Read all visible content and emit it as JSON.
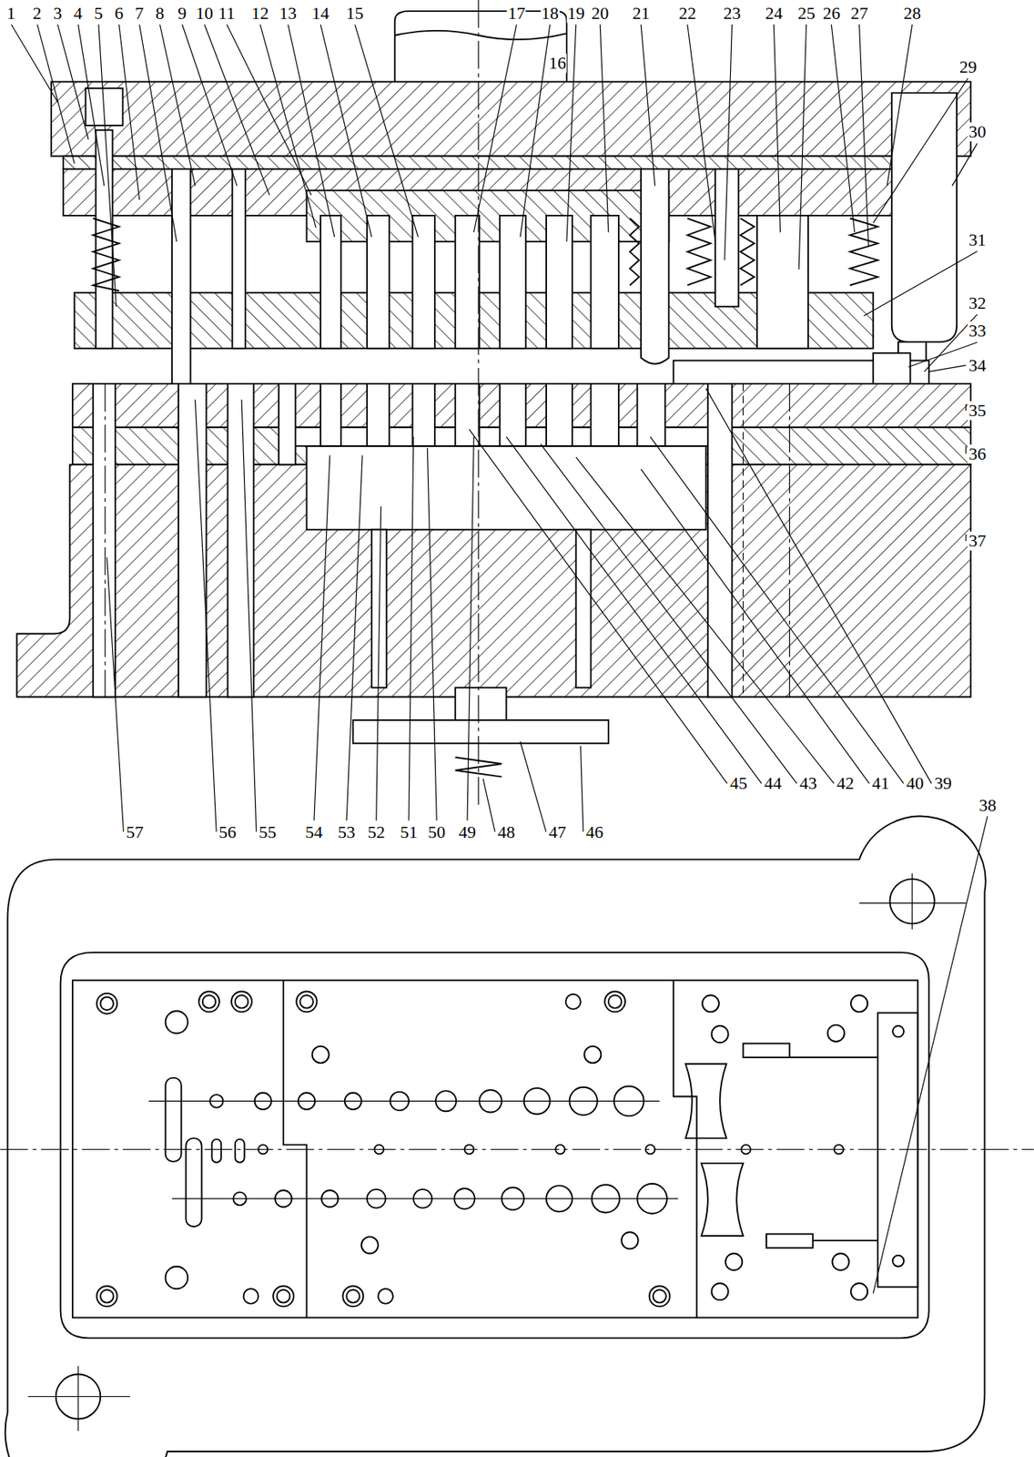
{
  "diagram": {
    "labels": [
      "1",
      "2",
      "3",
      "4",
      "5",
      "6",
      "7",
      "8",
      "9",
      "10",
      "11",
      "12",
      "13",
      "14",
      "15",
      "16",
      "17",
      "18",
      "19",
      "20",
      "21",
      "22",
      "23",
      "24",
      "25",
      "26",
      "27",
      "28",
      "29",
      "30",
      "31",
      "32",
      "33",
      "34",
      "35",
      "36",
      "37",
      "38",
      "39",
      "40",
      "41",
      "42",
      "43",
      "44",
      "45",
      "46",
      "47",
      "48",
      "49",
      "50",
      "51",
      "52",
      "53",
      "54",
      "55",
      "56",
      "57"
    ]
  }
}
